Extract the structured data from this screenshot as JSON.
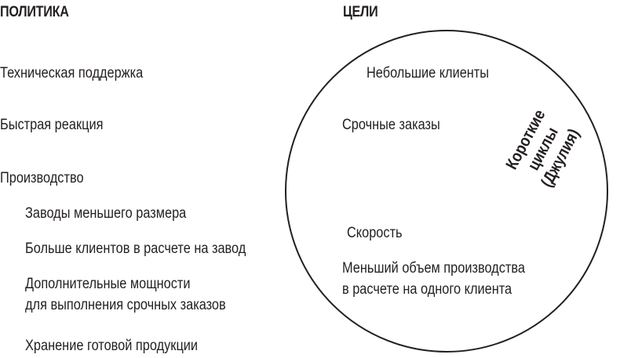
{
  "policy": {
    "heading": "ПОЛИТИКА",
    "items": [
      {
        "lines": [
          "Техническая поддержка"
        ]
      },
      {
        "lines": [
          "Быстрая реакция"
        ]
      },
      {
        "lines": [
          "Производство"
        ]
      },
      {
        "lines": [
          "Заводы меньшего размера"
        ]
      },
      {
        "lines": [
          "Больше клиентов в расчете на завод"
        ]
      },
      {
        "lines": [
          "Дополнительные мощности",
          "для выполнения срочных заказов"
        ]
      },
      {
        "lines": [
          "Хранение готовой продукции"
        ]
      }
    ]
  },
  "goals": {
    "heading": "ЦЕЛИ",
    "items": [
      {
        "lines": [
          "Небольшие клиенты"
        ]
      },
      {
        "lines": [
          "Срочные заказы"
        ]
      },
      {
        "lines": [
          "Скорость"
        ]
      },
      {
        "lines": [
          "Меньший объем производства",
          "в расчете на одного клиента"
        ]
      }
    ],
    "callout": {
      "lines": [
        "Короткие",
        "циклы",
        "(Джулия)"
      ]
    }
  }
}
